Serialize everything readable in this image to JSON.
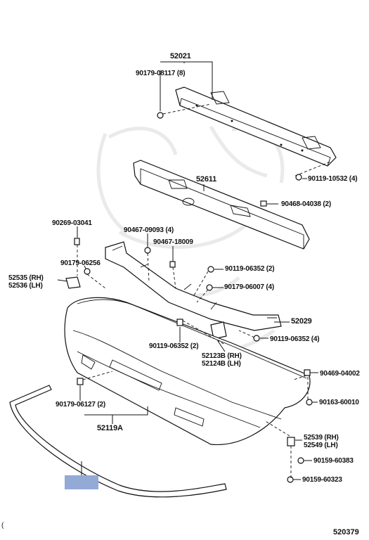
{
  "diagram": {
    "figure_number": "520379",
    "corner_mark": "(",
    "labels": {
      "n52021": "52021",
      "n90179_08117": "90179-08117 (8)",
      "n90119_10532": "90119-10532 (4)",
      "n52611": "52611",
      "n90468_04038": "90468-04038 (2)",
      "n90269_03041": "90269-03041",
      "n90467_09093": "90467-09093 (4)",
      "n90467_18009": "90467-18009",
      "n90179_06256": "90179-06256",
      "n52535": "52535 (RH)",
      "n52536": "52536 (LH)",
      "n90119_06352_a": "90119-06352 (2)",
      "n90179_06007": "90179-06007 (4)",
      "n52029": "52029",
      "n90119_06352_b": "90119-06352 (4)",
      "n90119_06352_c": "90119-06352 (2)",
      "n52123B": "52123B (RH)",
      "n52124B": "52124B (LH)",
      "n90469_04002": "90469-04002",
      "n90179_06127": "90179-06127 (2)",
      "n90163_60010": "90163-60010",
      "n52119A": "52119A",
      "n52539": "52539 (RH)",
      "n52549": "52549 (LH)",
      "n90159_60383": "90159-60383",
      "n90159_60323": "90159-60323"
    }
  }
}
